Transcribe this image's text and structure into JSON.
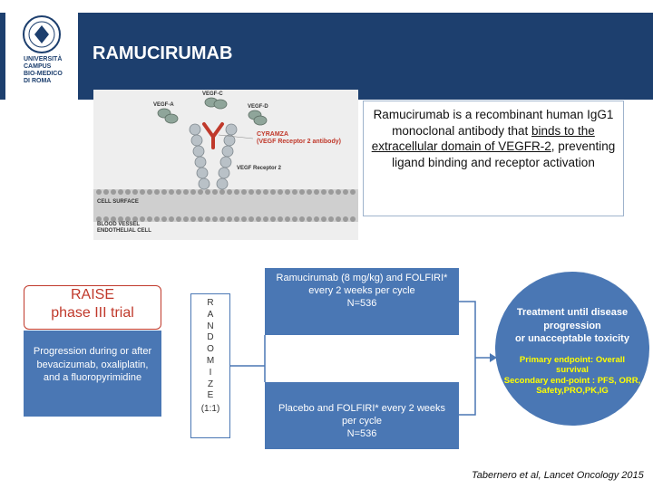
{
  "header": {
    "title": "RAMUCIRUMAB",
    "logo_lines": [
      "Università",
      "Campus",
      "Bio-Medico",
      "di Roma"
    ]
  },
  "figure": {
    "labels": {
      "vegf_c": "VEGF-C",
      "vegf_a": "VEGF-A",
      "vegf_d": "VEGF-D",
      "cyramza": "CYRAMZA",
      "cyramza_sub": "(VEGF Receptor 2 antibody)",
      "receptor": "VEGF Receptor 2",
      "cell_surface": "CELL SURFACE",
      "blood_vessel": "BLOOD VESSEL",
      "endothelial": "ENDOTHELIAL CELL"
    }
  },
  "description": {
    "part1": "Ramucirumab is a recombinant human IgG1 monoclonal antibody that ",
    "underlined": "binds to the extracellular domain of VEGFR-2",
    "part2": ", preventing ligand binding and receptor activation"
  },
  "raise": {
    "line1": "RAISE",
    "line2": "phase III trial",
    "population": "Progression during or after bevacizumab, oxaliplatin, and a fluoropyrimidine"
  },
  "randomize": {
    "letters": [
      "R",
      "A",
      "N",
      "D",
      "O",
      "M",
      "I",
      "Z",
      "E"
    ],
    "ratio": "(1:1)"
  },
  "arms": {
    "arm1": {
      "line1": "Ramucirumab (8 mg/kg) and FOLFIRI*",
      "line2": "every 2 weeks per cycle",
      "line3": "N=536"
    },
    "arm2": {
      "line1": "Placebo and FOLFIRI* every 2 weeks",
      "line2": "per cycle",
      "line3": "N=536"
    }
  },
  "outcome": {
    "treatment_l1": "Treatment until disease",
    "treatment_l2": "progression",
    "treatment_l3": "or unacceptable toxicity",
    "primary_l1": "Primary endpoint: Overall",
    "primary_l2": "survival",
    "secondary_l1": "Secondary end-point : PFS, ORR,",
    "secondary_l2": "Safety,PRO,PK,IG"
  },
  "citation": "Tabernero et al, Lancet Oncology 2015",
  "colors": {
    "header_bg": "#1d3f6e",
    "box_blue": "#4a77b4",
    "raise_red": "#c0392b",
    "endpoint_yellow": "#ffff00"
  }
}
